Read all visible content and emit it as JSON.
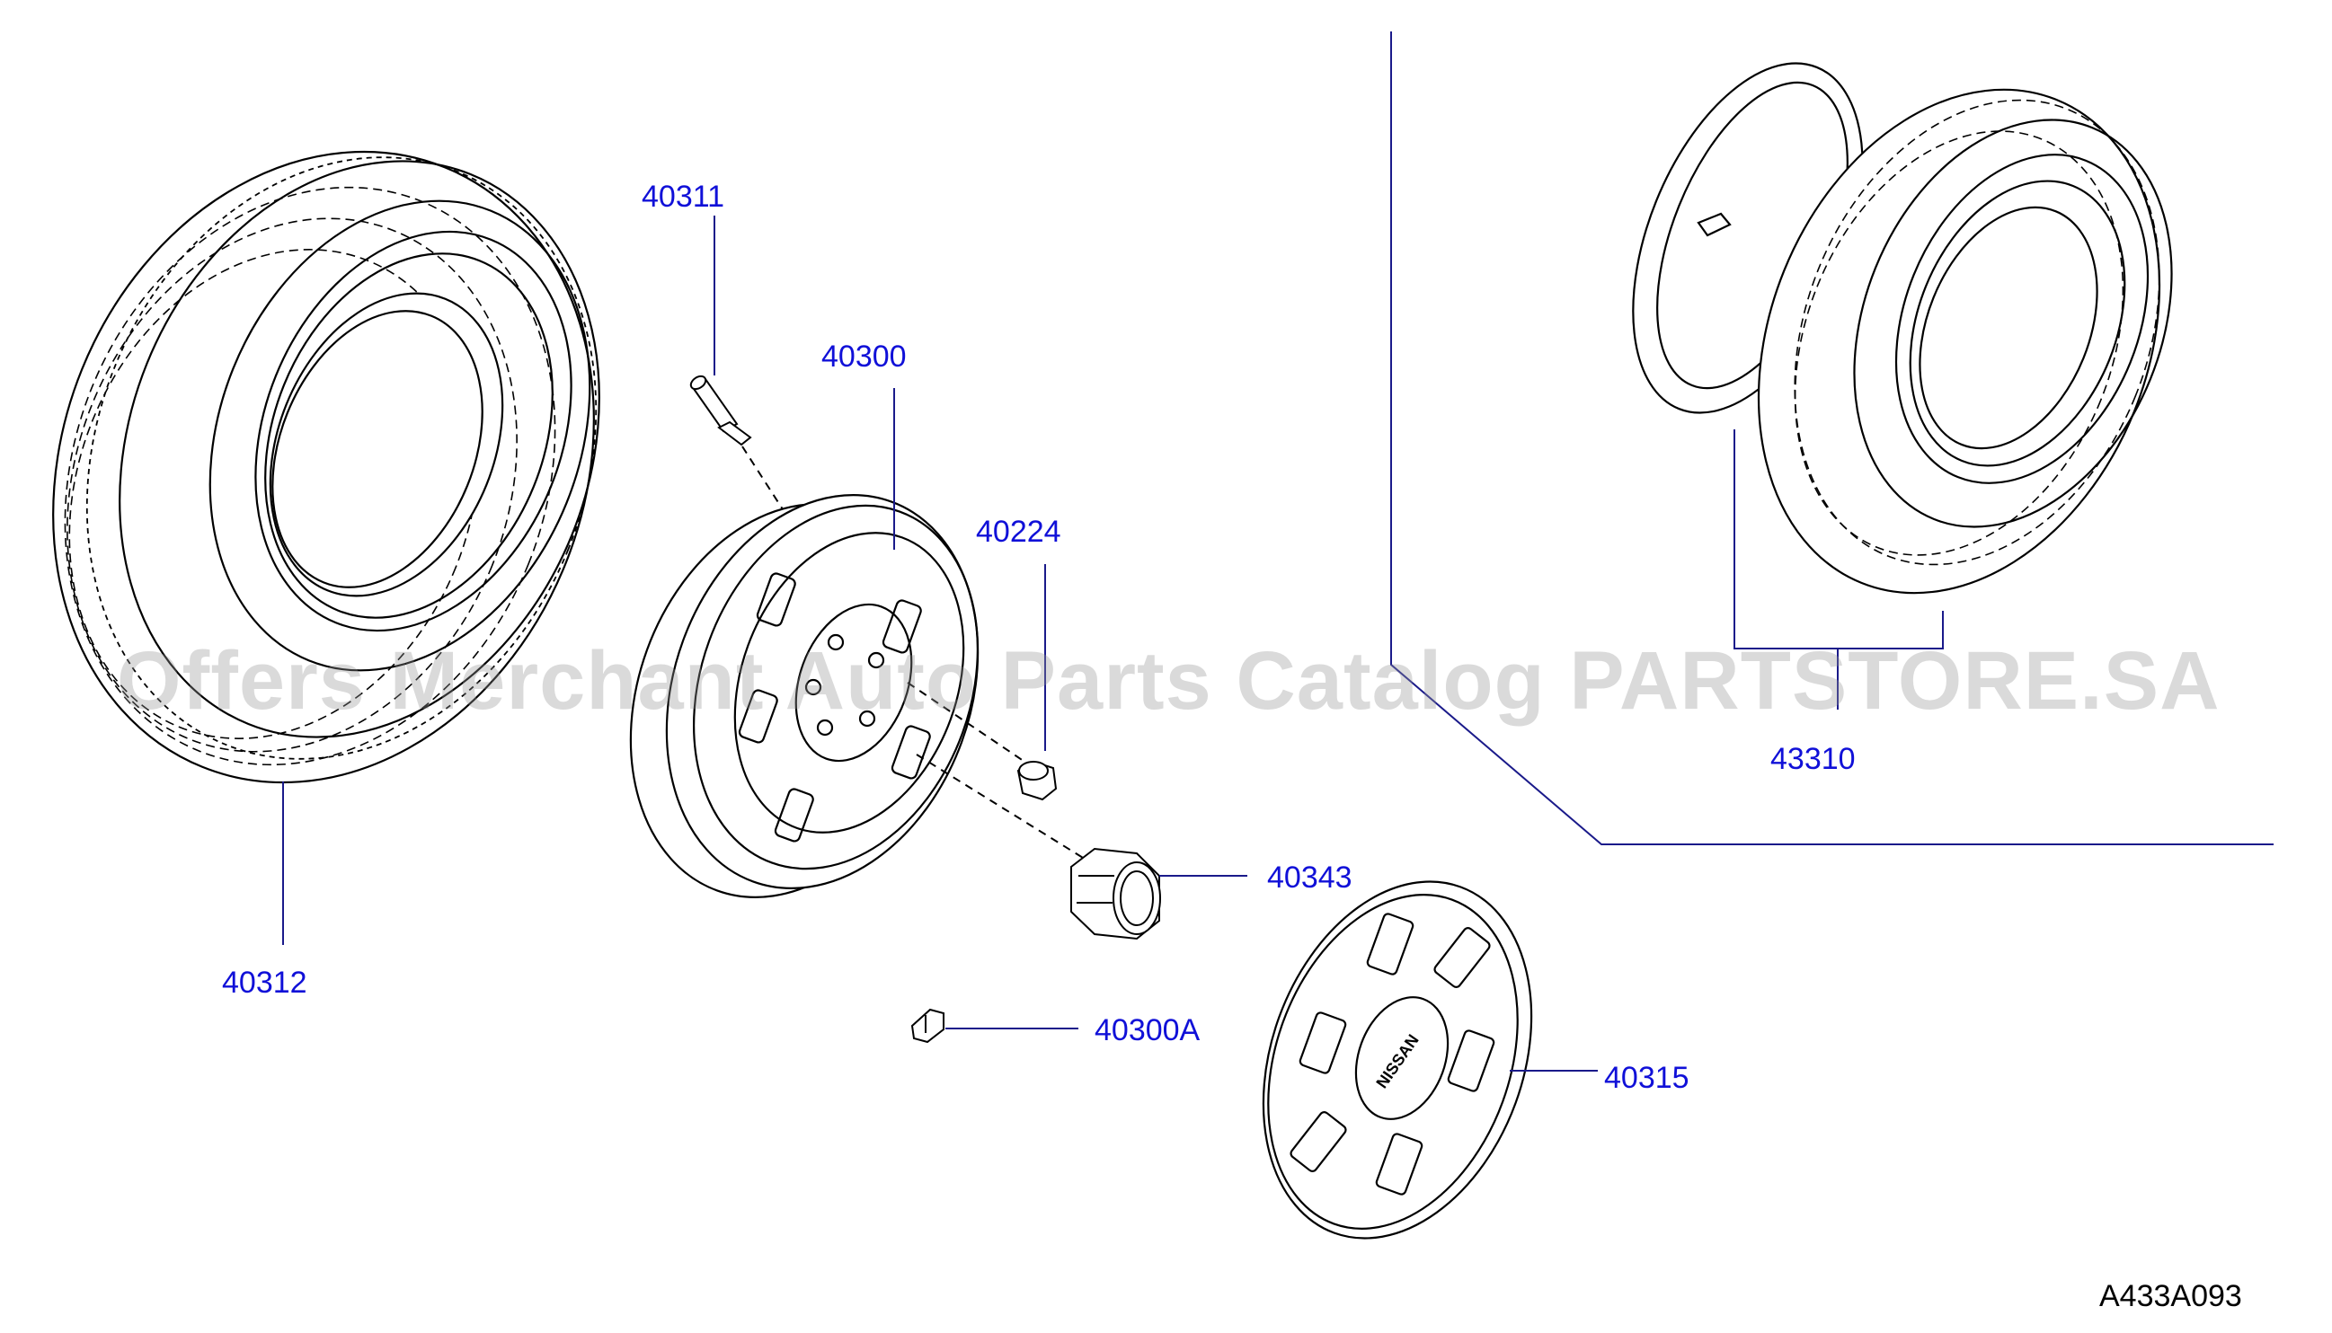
{
  "watermark": "Offers Merchant Auto Parts Catalog PARTSTORE.SA",
  "drawing_code": "A433A093",
  "colors": {
    "label": "#1010d8",
    "line": "#000000",
    "leader": "#1a1a8a",
    "watermark": "#969696"
  },
  "parts": [
    {
      "id": "tire",
      "number": "40312",
      "icon": "tire-icon"
    },
    {
      "id": "valve",
      "number": "40311",
      "icon": "valve-stem-icon"
    },
    {
      "id": "wheel",
      "number": "40300",
      "icon": "wheel-rim-icon"
    },
    {
      "id": "nut",
      "number": "40224",
      "icon": "wheel-nut-icon"
    },
    {
      "id": "center-cap",
      "number": "40343",
      "icon": "center-cap-icon"
    },
    {
      "id": "balance-weight",
      "number": "40300A",
      "icon": "balance-weight-icon"
    },
    {
      "id": "disc-wheel-cover",
      "number": "40315",
      "icon": "wheel-cover-icon"
    },
    {
      "id": "spare-tire",
      "number": "43310",
      "icon": "spare-tire-icon"
    }
  ],
  "cover_logo": "NISSAN"
}
